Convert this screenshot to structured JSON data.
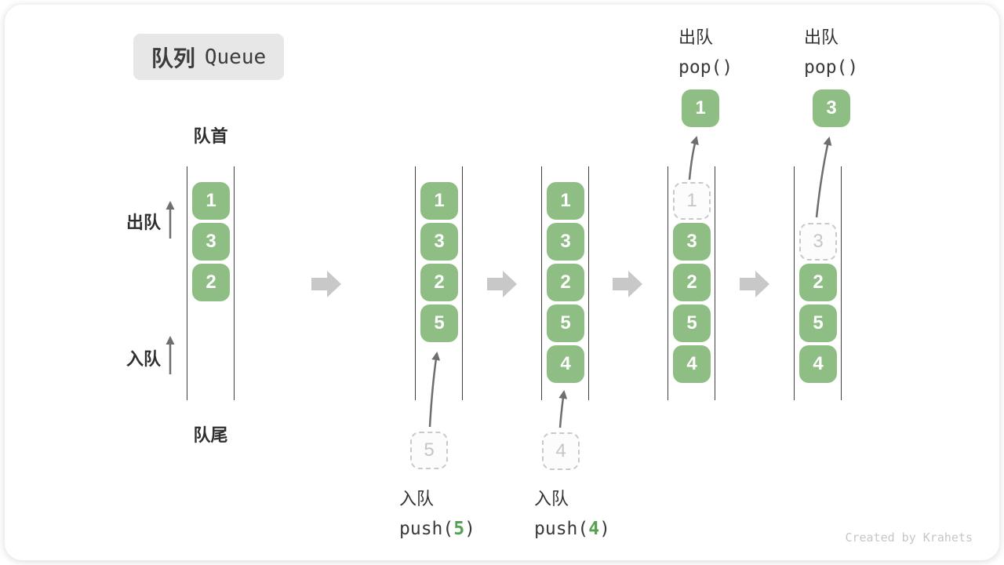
{
  "title": {
    "zh": "队列",
    "en": "Queue"
  },
  "labels": {
    "front": "队首",
    "rear": "队尾",
    "dequeue": "出队",
    "enqueue": "入队"
  },
  "watermark": "Created by Krahets",
  "colors": {
    "element_green": "#8FBE84",
    "code_arg_green": "#55A14E",
    "wall_line": "#3F3F3F",
    "step_arrow_gray": "#C8C8C8",
    "thin_arrow_gray": "#6E6E6E",
    "dashed_border": "#C9C9C9",
    "dashed_text": "#C6C6C6",
    "badge_background": "#E7E7E7",
    "label_text": "#2F2F2F",
    "watermark_gray": "#C6C6C6"
  },
  "icons": {
    "step": "right-block-arrow",
    "flow": "up-arrow"
  },
  "queues": [
    {
      "cells": [
        {
          "value": "1"
        },
        {
          "value": "3"
        },
        {
          "value": "2"
        }
      ]
    },
    {
      "cells": [
        {
          "value": "1"
        },
        {
          "value": "3"
        },
        {
          "value": "2"
        },
        {
          "value": "5"
        }
      ],
      "pending": {
        "value": "5"
      },
      "caption": {
        "zh": "入队",
        "code_pre": "push(",
        "code_arg": "5",
        "code_post": ")"
      }
    },
    {
      "cells": [
        {
          "value": "1"
        },
        {
          "value": "3"
        },
        {
          "value": "2"
        },
        {
          "value": "5"
        },
        {
          "value": "4"
        }
      ],
      "pending": {
        "value": "4"
      },
      "caption": {
        "zh": "入队",
        "code_pre": "push(",
        "code_arg": "4",
        "code_post": ")"
      }
    },
    {
      "cells": [
        {
          "value": "1",
          "dashed": true
        },
        {
          "value": "3"
        },
        {
          "value": "2"
        },
        {
          "value": "5"
        },
        {
          "value": "4"
        }
      ],
      "popped": {
        "value": "1"
      },
      "top_caption": {
        "zh": "出队",
        "code": "pop()"
      }
    },
    {
      "start_row": 1,
      "cells": [
        {
          "value": "3",
          "dashed": true
        },
        {
          "value": "2"
        },
        {
          "value": "5"
        },
        {
          "value": "4"
        }
      ],
      "popped": {
        "value": "3"
      },
      "top_caption": {
        "zh": "出队",
        "code": "pop()"
      }
    }
  ]
}
